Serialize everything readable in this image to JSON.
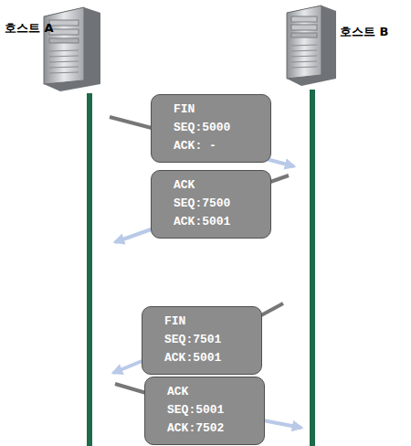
{
  "diagram": {
    "nodes": [
      {
        "text": [
          "FIN",
          "SEQ:5000",
          "ACK: -"
        ]
      },
      {
        "text": [
          "ACK",
          "SEQ:7500",
          "ACK:5001"
        ]
      },
      {
        "text": [
          "FIN",
          "SEQ:7501",
          "ACK:5001"
        ]
      },
      {
        "text": [
          "ACK",
          "SEQ:5001",
          "ACK:7502"
        ]
      }
    ],
    "labels": [
      "호스트 A",
      "호스트 B"
    ]
  }
}
